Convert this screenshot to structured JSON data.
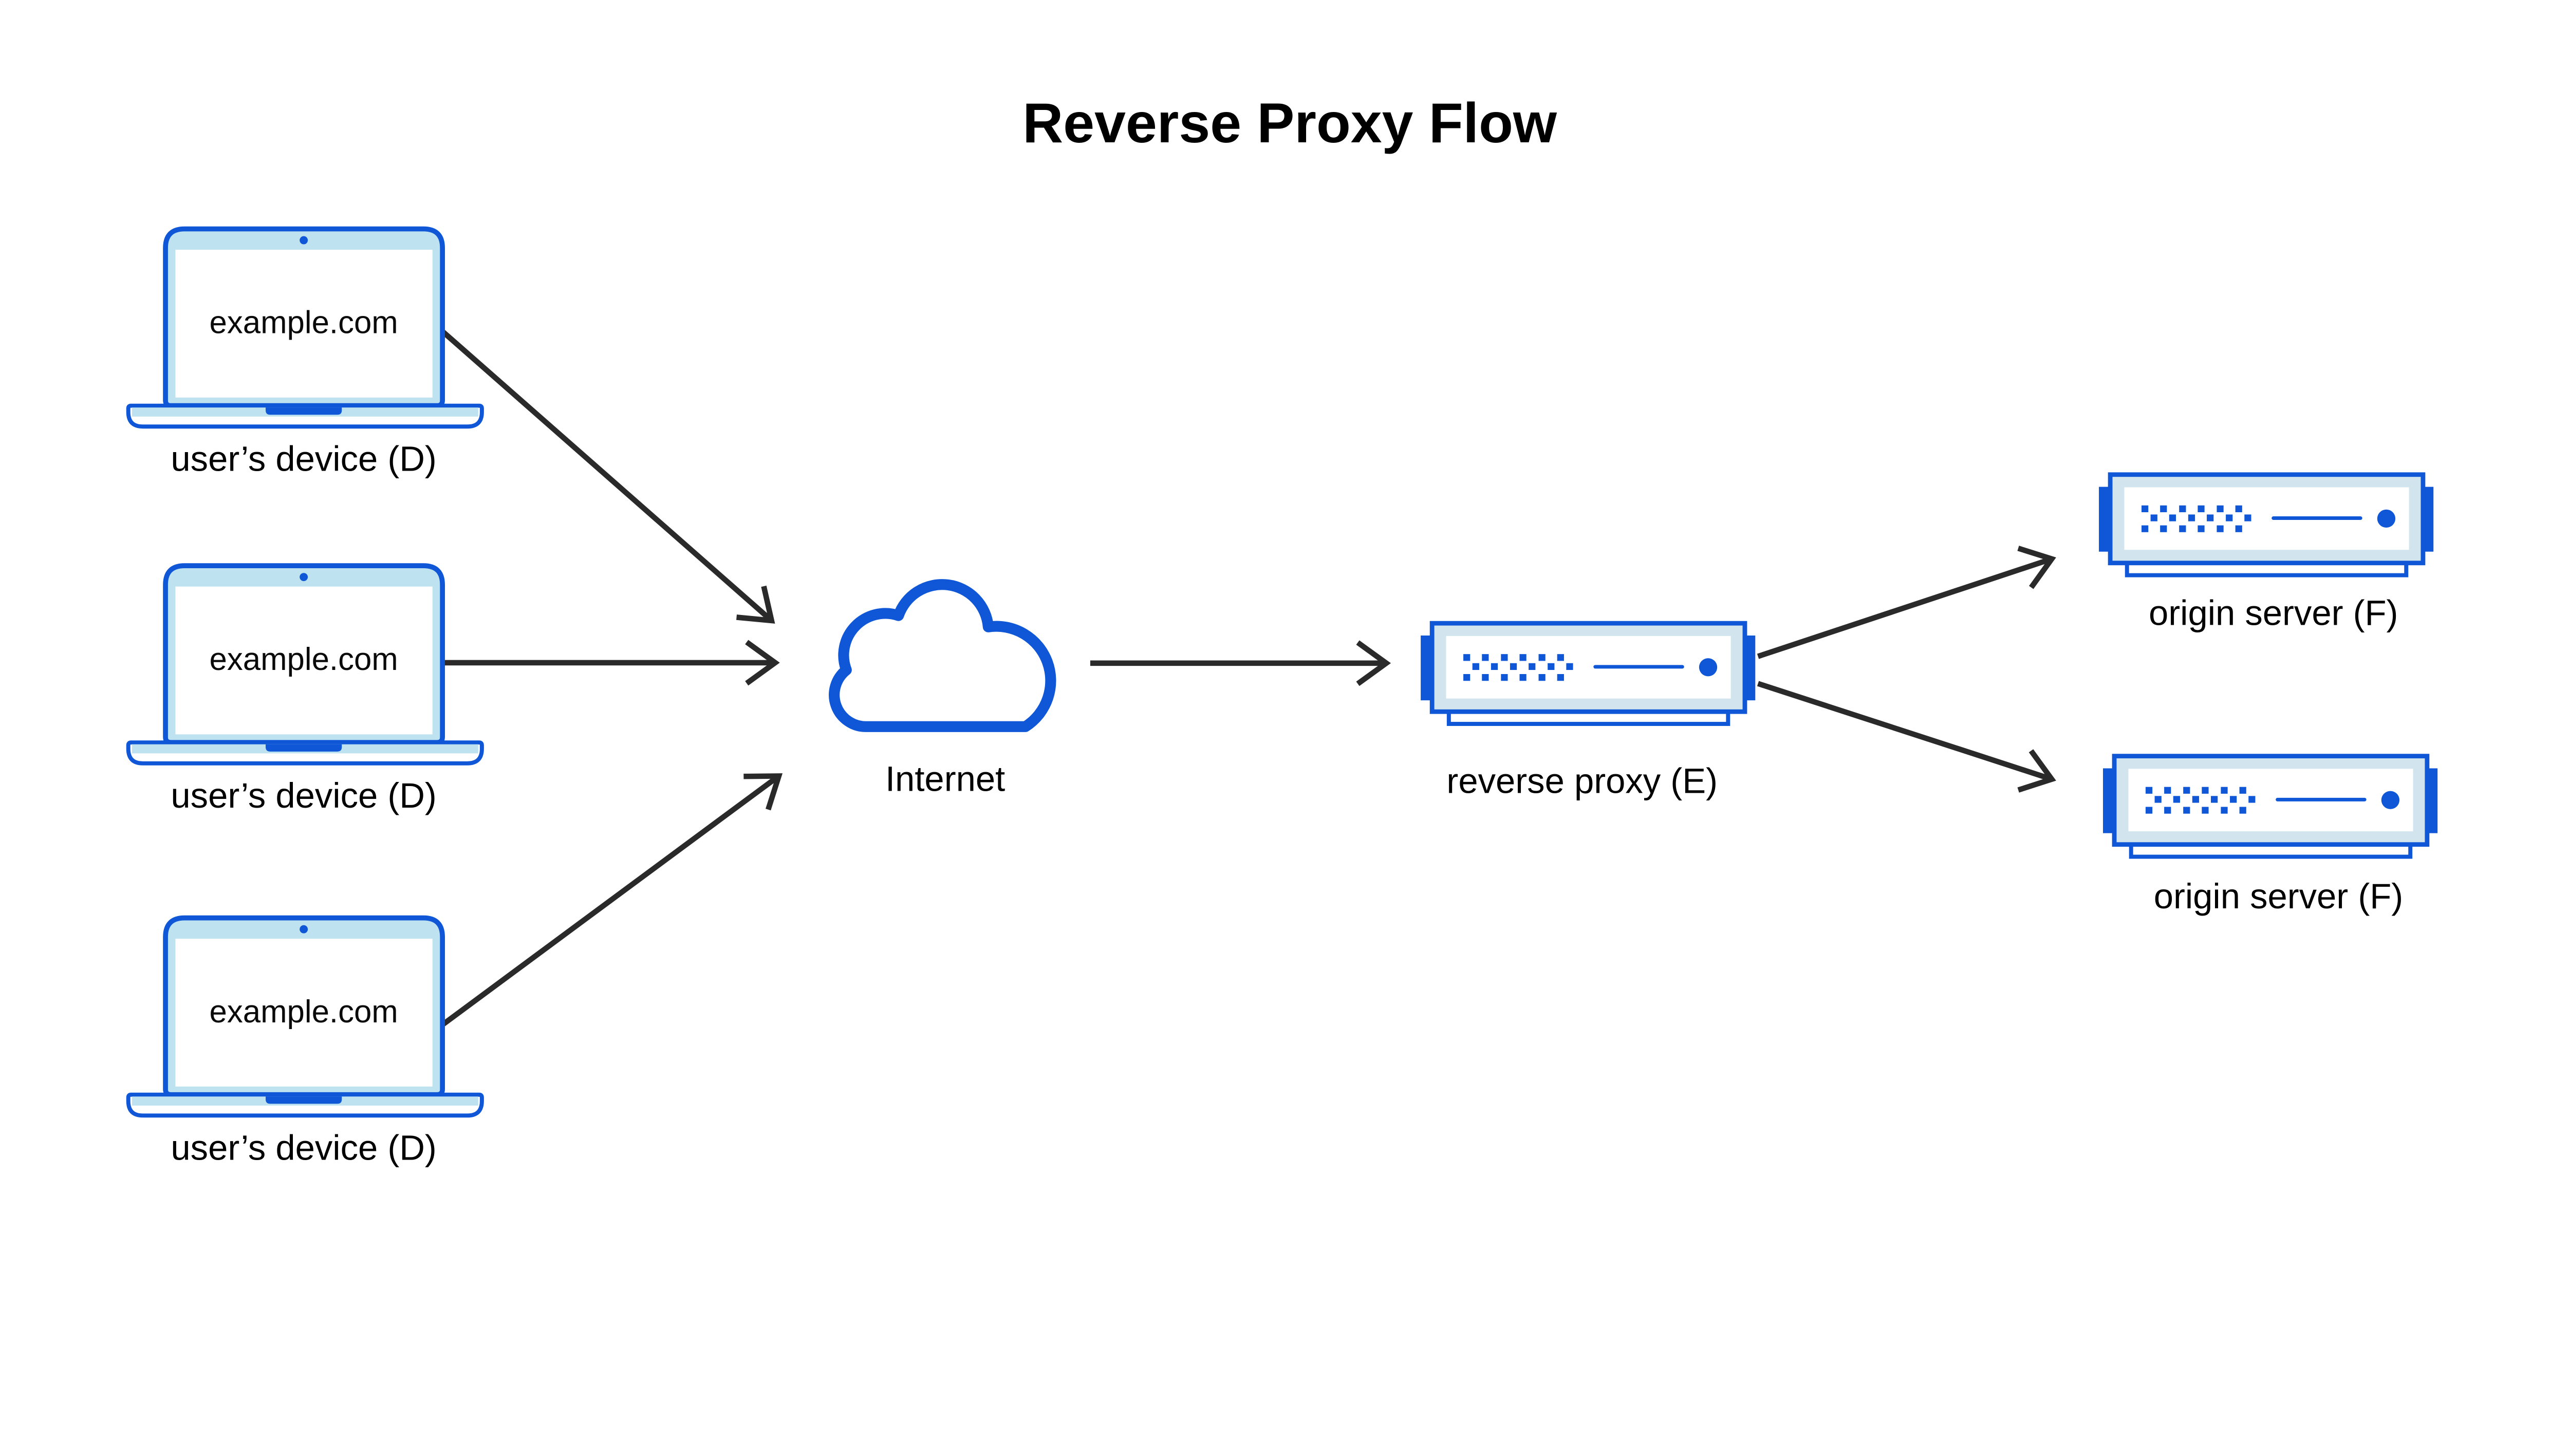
{
  "diagram": {
    "title": "Reverse Proxy Flow",
    "nodes": {
      "user_devices": [
        {
          "screen_text": "example.com",
          "label": "user’s device (D)"
        },
        {
          "screen_text": "example.com",
          "label": "user’s device (D)"
        },
        {
          "screen_text": "example.com",
          "label": "user’s device (D)"
        }
      ],
      "internet": {
        "label": "Internet"
      },
      "reverse_proxy": {
        "label": "reverse proxy (E)"
      },
      "origin_servers": [
        {
          "label": "origin server (F)"
        },
        {
          "label": "origin server (F)"
        }
      ]
    },
    "connections": [
      {
        "from": "user’s device (D) 1",
        "to": "Internet"
      },
      {
        "from": "user’s device (D) 2",
        "to": "Internet"
      },
      {
        "from": "user’s device (D) 3",
        "to": "Internet"
      },
      {
        "from": "Internet",
        "to": "reverse proxy (E)"
      },
      {
        "from": "reverse proxy (E)",
        "to": "origin server (F) 1"
      },
      {
        "from": "reverse proxy (E)",
        "to": "origin server (F) 2"
      }
    ],
    "icons": [
      "laptop-icon",
      "cloud-icon",
      "server-icon"
    ],
    "colors": {
      "accent_blue": "#0f57d7",
      "laptop_bezel_blue": "#bfe2f1",
      "server_bezel_blue": "#d2e5ee",
      "arrow_dark": "#2a2a2a",
      "text_black": "#000000",
      "background": "#ffffff"
    }
  }
}
